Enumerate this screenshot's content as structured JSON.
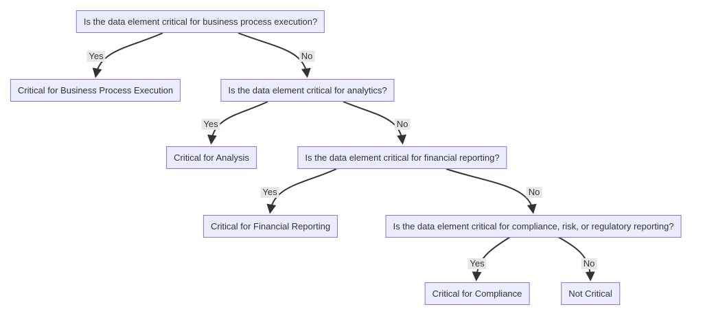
{
  "diagram": {
    "type": "flowchart",
    "direction": "top-down",
    "colors": {
      "background": "#ffffff",
      "node-fill": "#ECECFF",
      "node-border": "#9370DB",
      "edge-color": "#333333",
      "edge-label-bg": "#e8e8e8",
      "text-color": "#333333"
    },
    "nodes": [
      {
        "id": "q-business-process",
        "label": "Is the data element critical for business process execution?"
      },
      {
        "id": "critical-business-process",
        "label": "Critical for Business Process Execution"
      },
      {
        "id": "q-analytics",
        "label": "Is the data element critical for analytics?"
      },
      {
        "id": "critical-analysis",
        "label": "Critical for Analysis"
      },
      {
        "id": "q-financial-reporting",
        "label": "Is the data element critical for financial reporting?"
      },
      {
        "id": "critical-financial-reporting",
        "label": "Critical for Financial Reporting"
      },
      {
        "id": "q-compliance",
        "label": "Is the data element critical for compliance, risk, or regulatory reporting?"
      },
      {
        "id": "critical-compliance",
        "label": "Critical for Compliance"
      },
      {
        "id": "not-critical",
        "label": "Not Critical"
      }
    ],
    "edges": [
      {
        "from": "q-business-process",
        "to": "critical-business-process",
        "label": "Yes"
      },
      {
        "from": "q-business-process",
        "to": "q-analytics",
        "label": "No"
      },
      {
        "from": "q-analytics",
        "to": "critical-analysis",
        "label": "Yes"
      },
      {
        "from": "q-analytics",
        "to": "q-financial-reporting",
        "label": "No"
      },
      {
        "from": "q-financial-reporting",
        "to": "critical-financial-reporting",
        "label": "Yes"
      },
      {
        "from": "q-financial-reporting",
        "to": "q-compliance",
        "label": "No"
      },
      {
        "from": "q-compliance",
        "to": "critical-compliance",
        "label": "Yes"
      },
      {
        "from": "q-compliance",
        "to": "not-critical",
        "label": "No"
      }
    ]
  }
}
